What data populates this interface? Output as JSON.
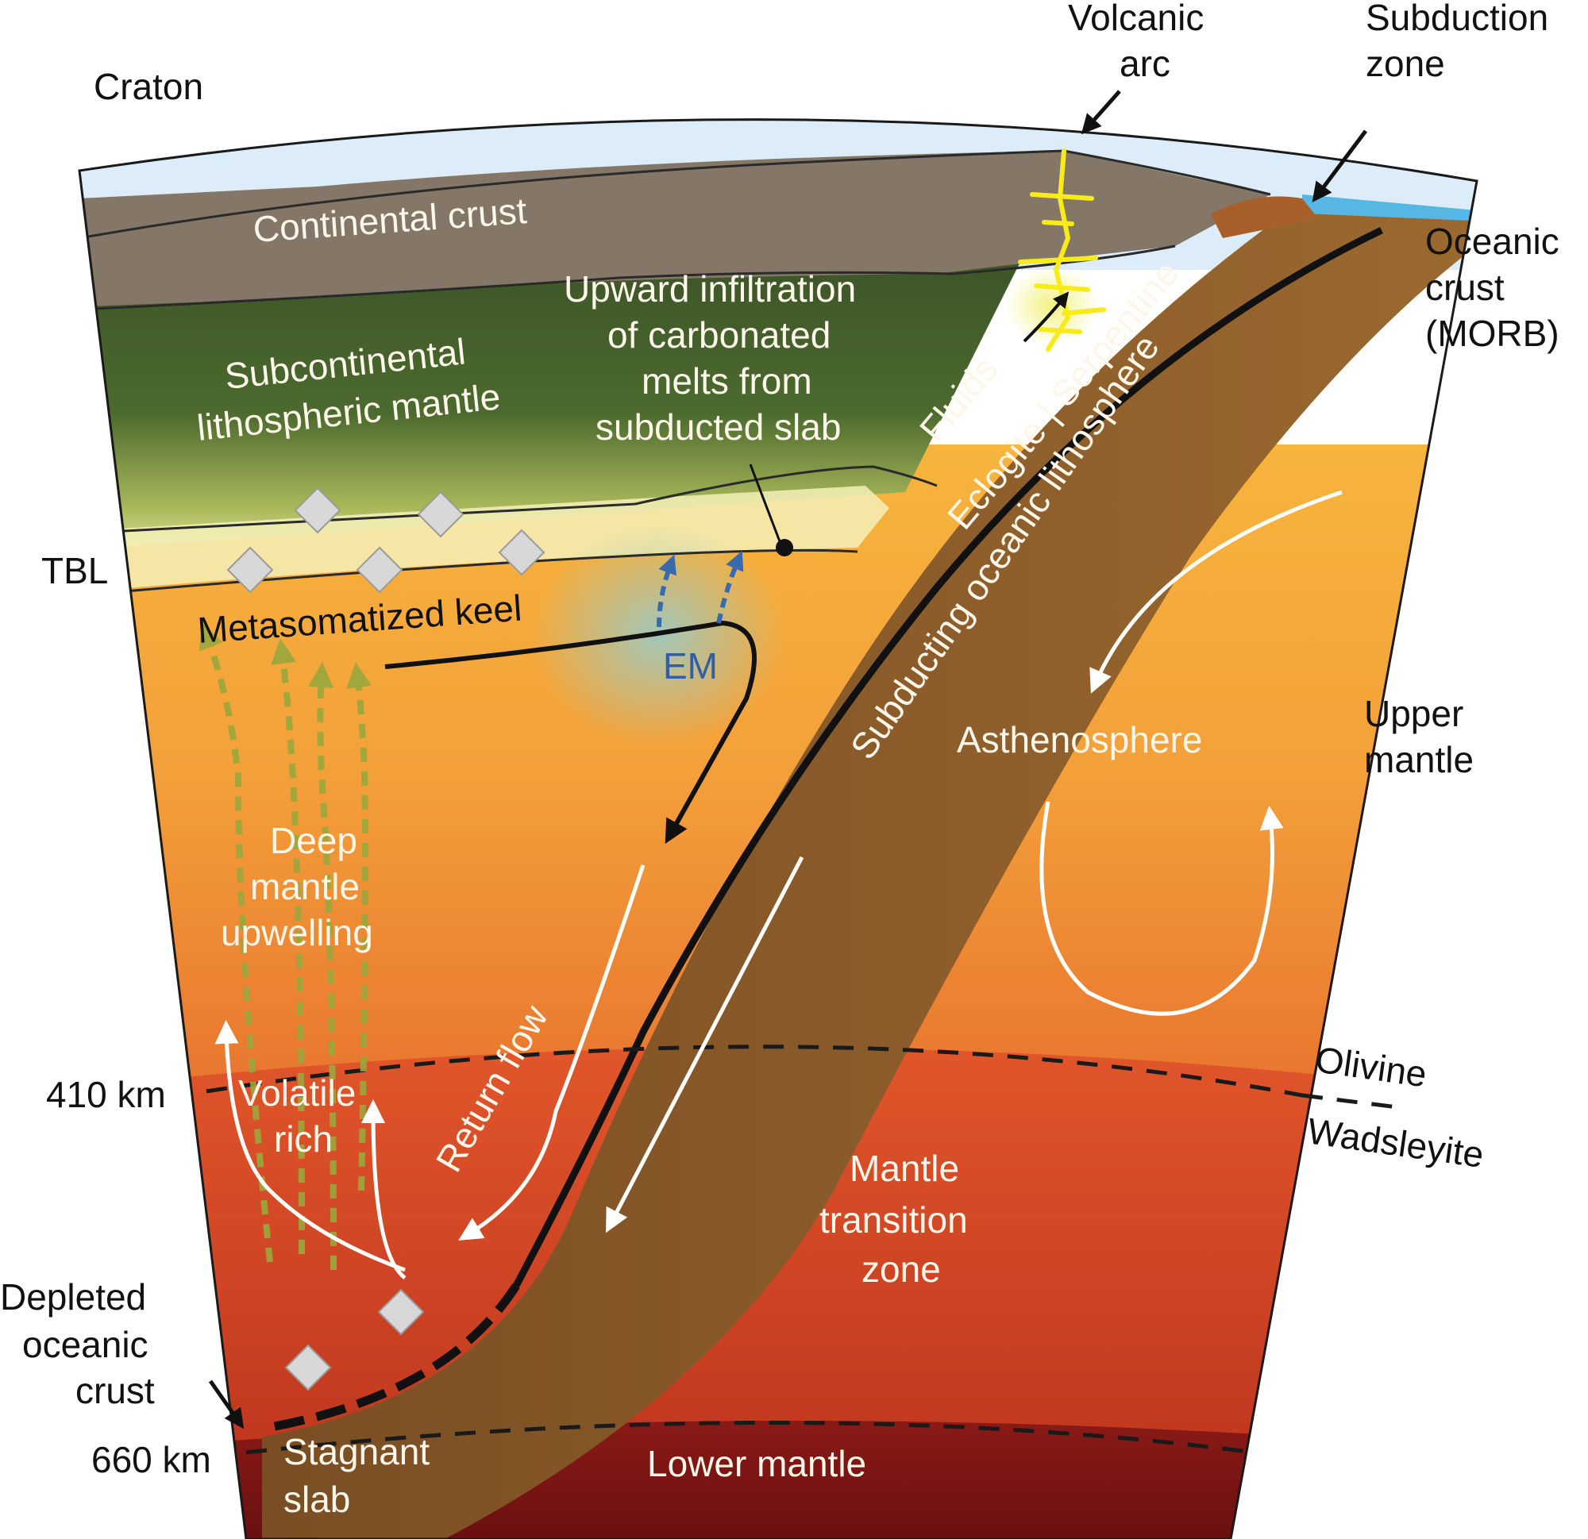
{
  "labels": {
    "craton": "Craton",
    "volcanic_arc": [
      "Volcanic",
      "arc"
    ],
    "subduction_zone": [
      "Subduction",
      "zone"
    ],
    "oceanic_crust": [
      "Oceanic",
      "crust",
      "(MORB)"
    ],
    "continental_crust": "Continental crust",
    "sclm": [
      "Subcontinental",
      "lithospheric mantle"
    ],
    "upward_infiltration": [
      "Upward infiltration",
      "of carbonated",
      "melts from",
      "subducted slab"
    ],
    "fluids": "Fluids",
    "eclogite_serpentine": "Eclogite | Serpentine",
    "subducting_lithosphere": "Subducting oceanic lithosphere",
    "tbl": "TBL",
    "metasomatized_keel": "Metasomatized keel",
    "em": "EM",
    "upper_mantle": [
      "Upper",
      "mantle"
    ],
    "asthenosphere": "Asthenosphere",
    "deep_upwelling": [
      "Deep",
      "mantle",
      "upwelling"
    ],
    "return_flow": "Return flow",
    "depth_410": "410 km",
    "volatile_rich": [
      "Volatile",
      "rich"
    ],
    "olivine": "Olivine",
    "wadsleyite": "Wadsleyite",
    "mantle_transition_zone": [
      "Mantle",
      "transition",
      "zone"
    ],
    "depleted_oceanic_crust": [
      "Depleted",
      "oceanic",
      "crust"
    ],
    "depth_660": "660 km",
    "stagnant_slab": [
      "Stagnant",
      "slab"
    ],
    "lower_mantle": "Lower mantle"
  },
  "colors": {
    "sky": "#dcecf8",
    "continental_crust": "#857767",
    "lithospheric_mantle": "#3f5a2c",
    "tbl_layer": "#f4f0b8",
    "asthenosphere_top": "#f7b53c",
    "asthenosphere_bottom": "#e86a2c",
    "transition_zone": "#d83a22",
    "lower_mantle": "#7a1414",
    "slab": "#8d5e2c",
    "volcanic_melt": "#f7ec1a",
    "em_arrows": "#3a6aae",
    "upwelling_arrows": "#9aa83c",
    "flow_arrows": "#ffffff",
    "diamond": "#d8d8d8"
  },
  "icons": [
    "diamond-icon",
    "flow-arrow-icon",
    "upwelling-arrow-icon",
    "volcanic-arc-icon"
  ]
}
